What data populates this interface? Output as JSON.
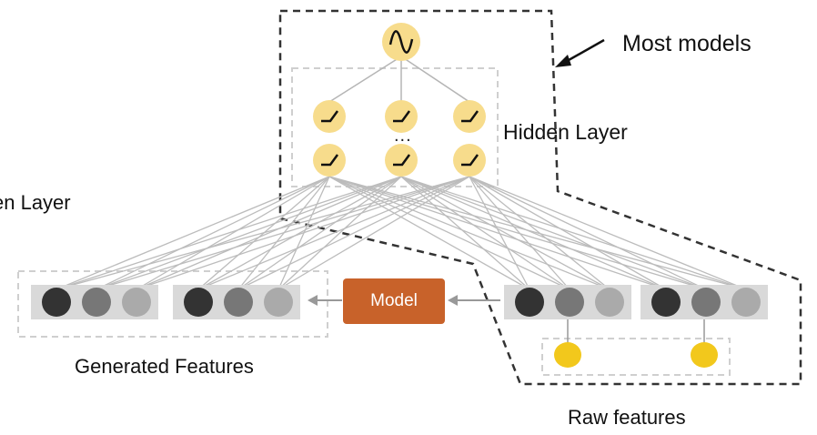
{
  "labels": {
    "most_models": "Most models",
    "hidden_layer": "Hidden Layer",
    "left_hidden_layer": "en Layer",
    "generated_features": "Generated Features",
    "raw_features": "Raw features",
    "model": "Model",
    "ellipsis": "..."
  },
  "icons": {
    "output_node": "sine-wave-icon",
    "hidden_node": "relu-icon",
    "arrow": "arrow-left-icon"
  },
  "colors": {
    "node_fill": "#f7dc8c",
    "raw_node_fill": "#f2c81c",
    "model_box": "#c8622a",
    "feature_dark": "#333333",
    "feature_mid": "#777777",
    "feature_light": "#aaaaaa",
    "feature_strip": "#d9d9d9",
    "edge_gray": "#b5b5b5",
    "dash_black": "#333333",
    "dash_gray": "#cfcfcf"
  }
}
